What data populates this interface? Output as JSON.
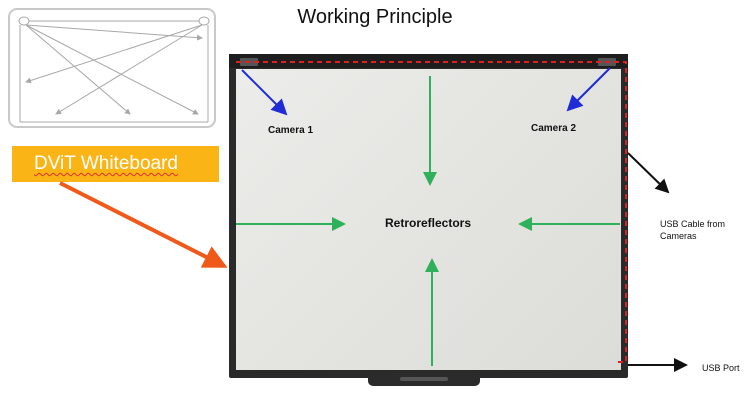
{
  "title": "Working Principle",
  "label_box": "DViT Whiteboard",
  "labels": {
    "camera1": "Camera 1",
    "camera2": "Camera 2",
    "retroreflectors": "Retroreflectors",
    "usb_cable": "USB Cable from Cameras",
    "usb_port": "USB Port"
  },
  "colors": {
    "camera_arrow": "#1f2bd6",
    "retro_arrow": "#2fb05a",
    "cable_dash": "#e02020",
    "pointer_arrow": "#ef5a1a",
    "label_box_bg": "#fbb416",
    "thumb_lines": "#a8a8a8"
  }
}
